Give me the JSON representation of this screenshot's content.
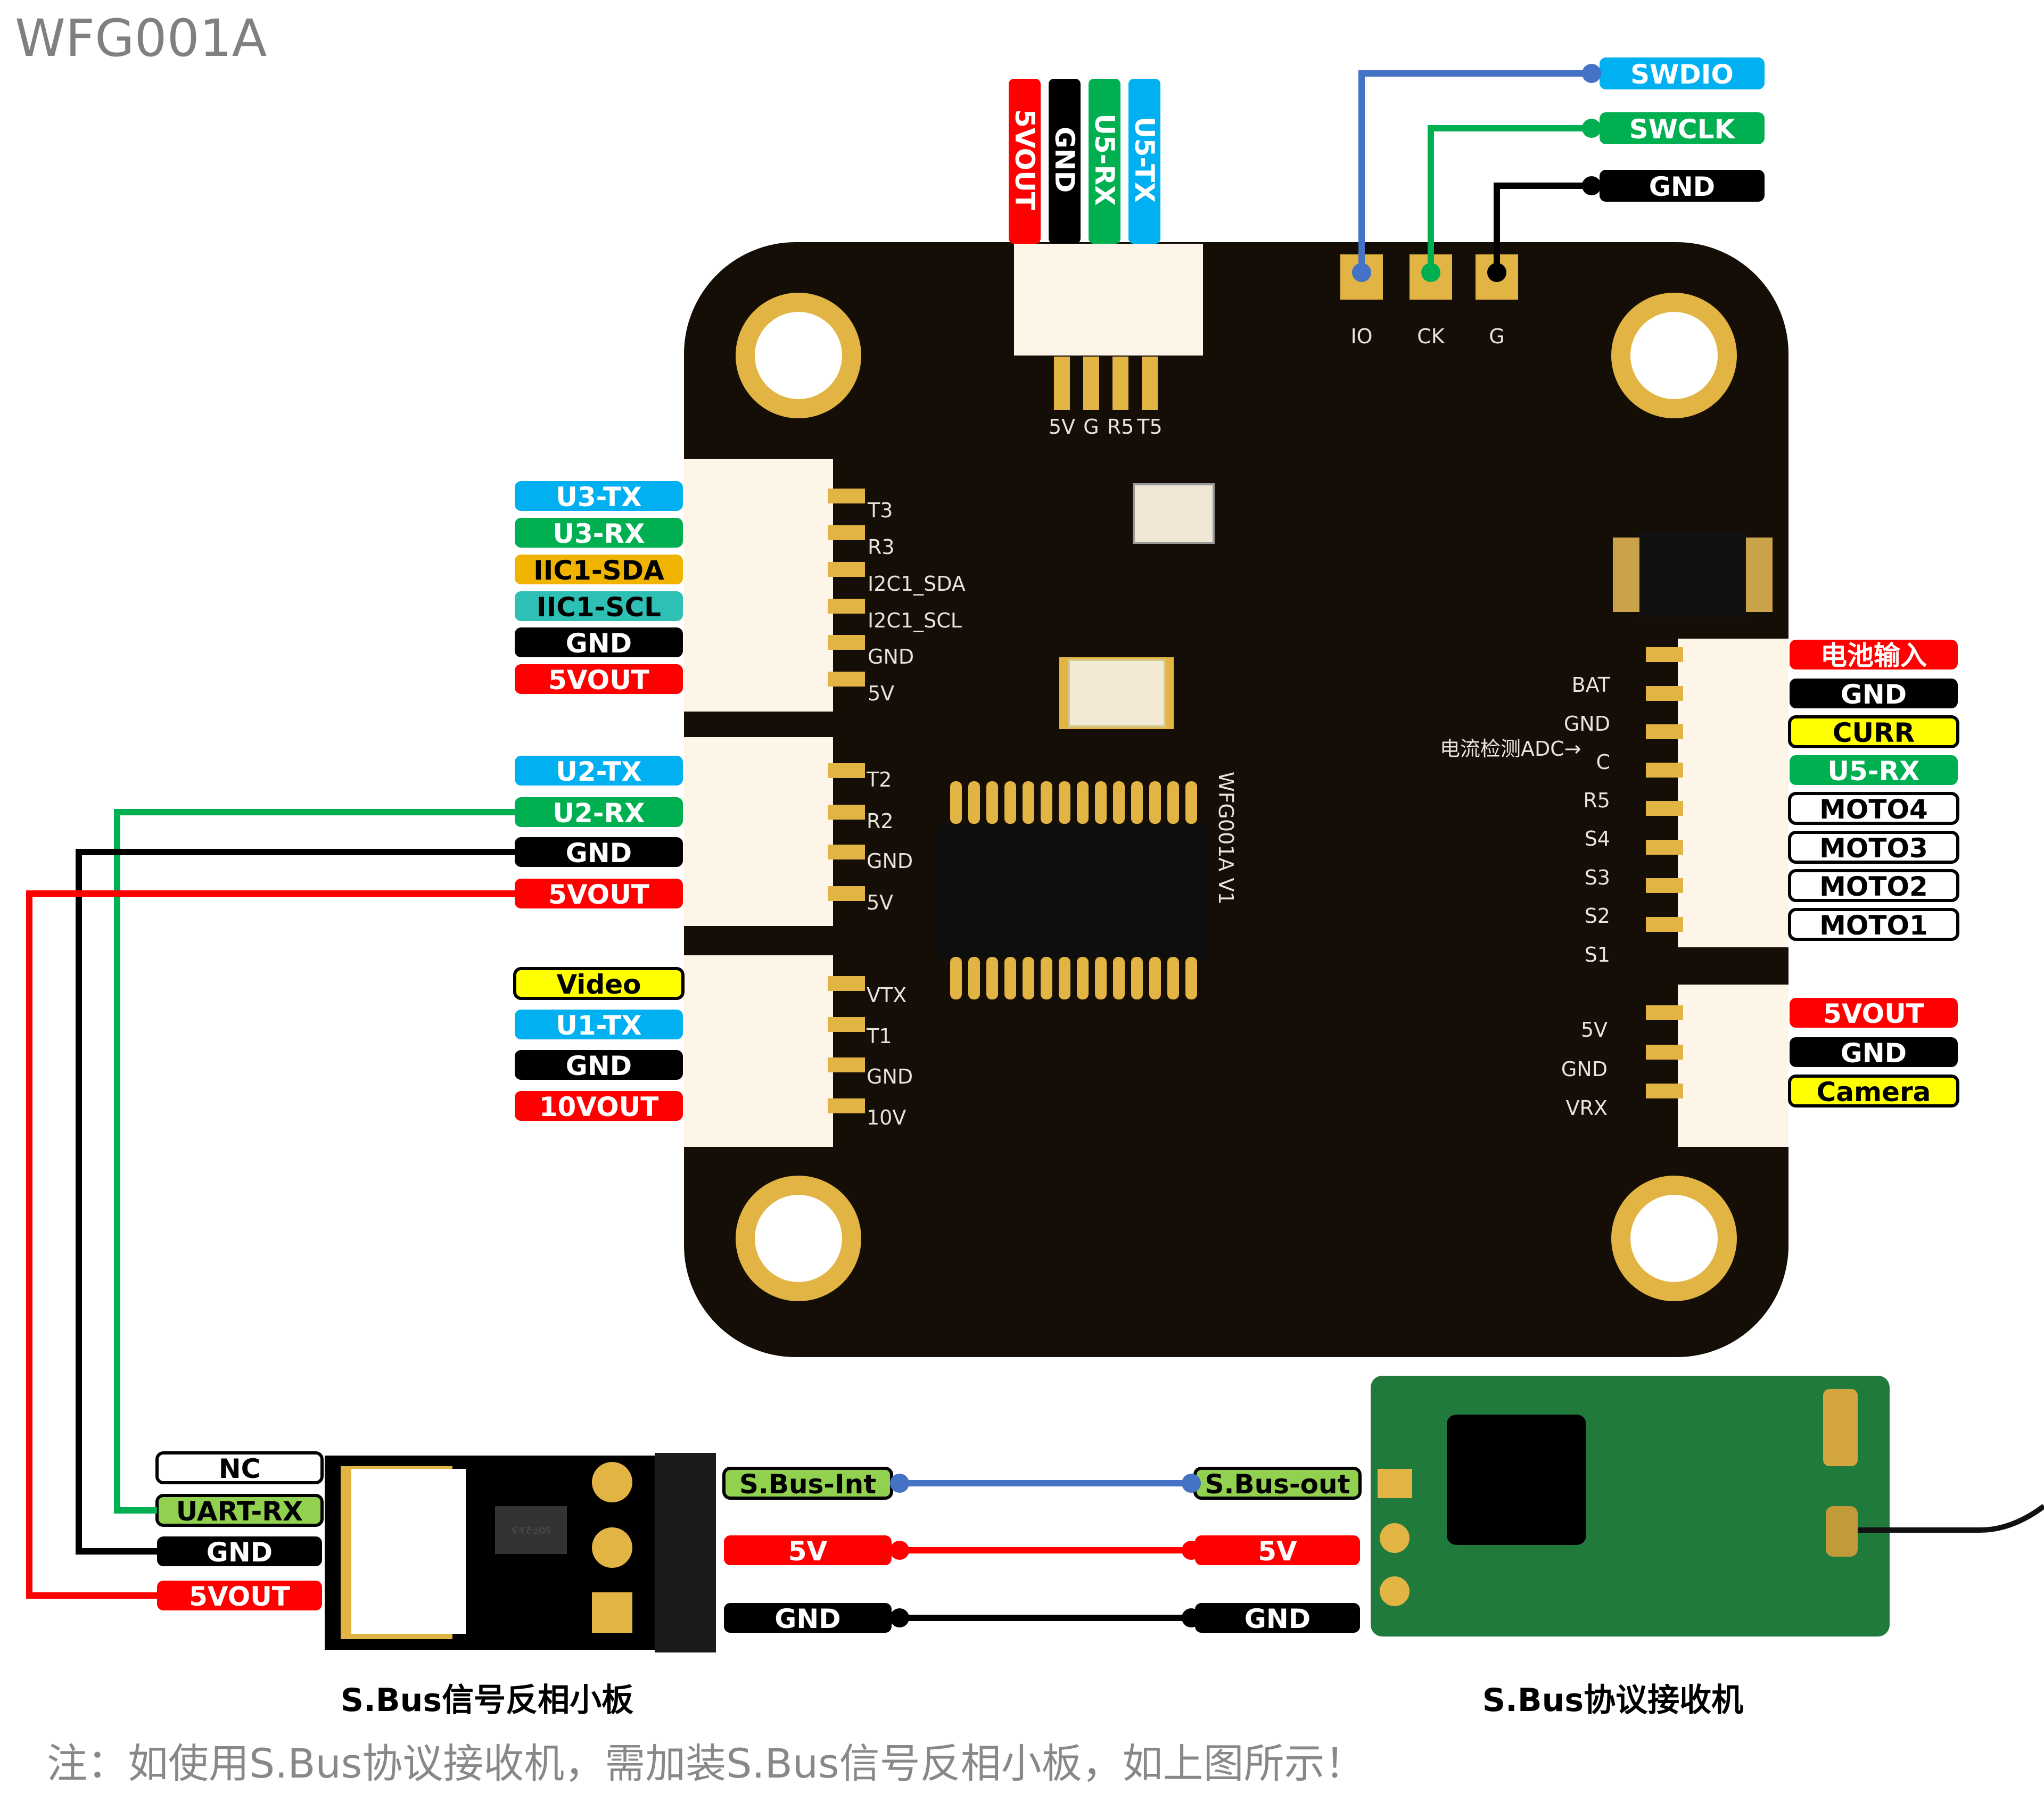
{
  "title": "WFG001A",
  "colors": {
    "red": "#ff0000",
    "black": "#000000",
    "green": "#00b050",
    "blue": "#00b0f0",
    "orange": "#f0b400",
    "teal": "#2ec0b4",
    "yellow": "#ffff00",
    "lime": "#92d050",
    "wire_blue": "#4472c4",
    "pcb": "#140e06",
    "gold": "#e2b443",
    "receiver": "#1f7a3c"
  },
  "top_connector": {
    "pins": [
      {
        "label": "5VOUT",
        "color": "red"
      },
      {
        "label": "GND",
        "color": "black"
      },
      {
        "label": "U5-RX",
        "color": "green"
      },
      {
        "label": "U5-TX",
        "color": "blue"
      }
    ],
    "silk": [
      "5V",
      "G",
      "R5",
      "T5"
    ]
  },
  "swd": {
    "labels": [
      {
        "label": "SWDIO",
        "color": "blue",
        "pad": "IO"
      },
      {
        "label": "SWCLK",
        "color": "green",
        "pad": "CK"
      },
      {
        "label": "GND",
        "color": "black",
        "pad": "G"
      }
    ]
  },
  "uart3": {
    "labels": [
      {
        "label": "U3-TX",
        "color": "blue"
      },
      {
        "label": "U3-RX",
        "color": "green"
      },
      {
        "label": "IIC1-SDA",
        "color": "orange"
      },
      {
        "label": "IIC1-SCL",
        "color": "teal"
      },
      {
        "label": "GND",
        "color": "black"
      },
      {
        "label": "5VOUT",
        "color": "red"
      }
    ],
    "silk": [
      "T3",
      "R3",
      "I2C1_SDA",
      "I2C1_SCL",
      "GND",
      "5V"
    ]
  },
  "uart2": {
    "labels": [
      {
        "label": "U2-TX",
        "color": "blue"
      },
      {
        "label": "U2-RX",
        "color": "green"
      },
      {
        "label": "GND",
        "color": "black"
      },
      {
        "label": "5VOUT",
        "color": "red"
      }
    ],
    "silk": [
      "T2",
      "R2",
      "GND",
      "5V"
    ]
  },
  "vtx": {
    "labels": [
      {
        "label": "Video",
        "color": "yellow"
      },
      {
        "label": "U1-TX",
        "color": "blue"
      },
      {
        "label": "GND",
        "color": "black"
      },
      {
        "label": "10VOUT",
        "color": "red"
      }
    ],
    "silk": [
      "VTX",
      "T1",
      "GND",
      "10V"
    ]
  },
  "power": {
    "labels": [
      {
        "label": "电池输入",
        "color": "red"
      },
      {
        "label": "GND",
        "color": "black"
      },
      {
        "label": "CURR",
        "color": "yellow"
      },
      {
        "label": "U5-RX",
        "color": "green"
      },
      {
        "label": "MOTO4",
        "color": "white"
      },
      {
        "label": "MOTO3",
        "color": "white"
      },
      {
        "label": "MOTO2",
        "color": "white"
      },
      {
        "label": "MOTO1",
        "color": "white"
      }
    ],
    "silk": [
      "BAT",
      "GND",
      "C",
      "R5",
      "S4",
      "S3",
      "S2",
      "S1"
    ],
    "adc_note": "电流检测ADC→"
  },
  "camera": {
    "labels": [
      {
        "label": "5VOUT",
        "color": "red"
      },
      {
        "label": "GND",
        "color": "black"
      },
      {
        "label": "Camera",
        "color": "yellow"
      }
    ],
    "silk": [
      "5V",
      "GND",
      "VRX"
    ]
  },
  "board_marking": "WFG001A  V1",
  "inverter": {
    "labels": [
      {
        "label": "NC",
        "color": "white"
      },
      {
        "label": "UART-RX",
        "color": "lime"
      },
      {
        "label": "GND",
        "color": "black"
      },
      {
        "label": "5VOUT",
        "color": "red"
      }
    ],
    "chip": "SOT-23-5",
    "caption": "S.Bus信号反相小板"
  },
  "sbus_links": [
    {
      "left": "S.Bus-Int",
      "right": "S.Bus-out",
      "color": "lime",
      "wire": "wire_blue"
    },
    {
      "left": "5V",
      "right": "5V",
      "color": "red",
      "wire": "red"
    },
    {
      "left": "GND",
      "right": "GND",
      "color": "black",
      "wire": "black"
    }
  ],
  "receiver": {
    "caption": "S.Bus协议接收机"
  },
  "note": "注：如使用S.Bus协议接收机，需加装S.Bus信号反相小板，如上图所示！"
}
